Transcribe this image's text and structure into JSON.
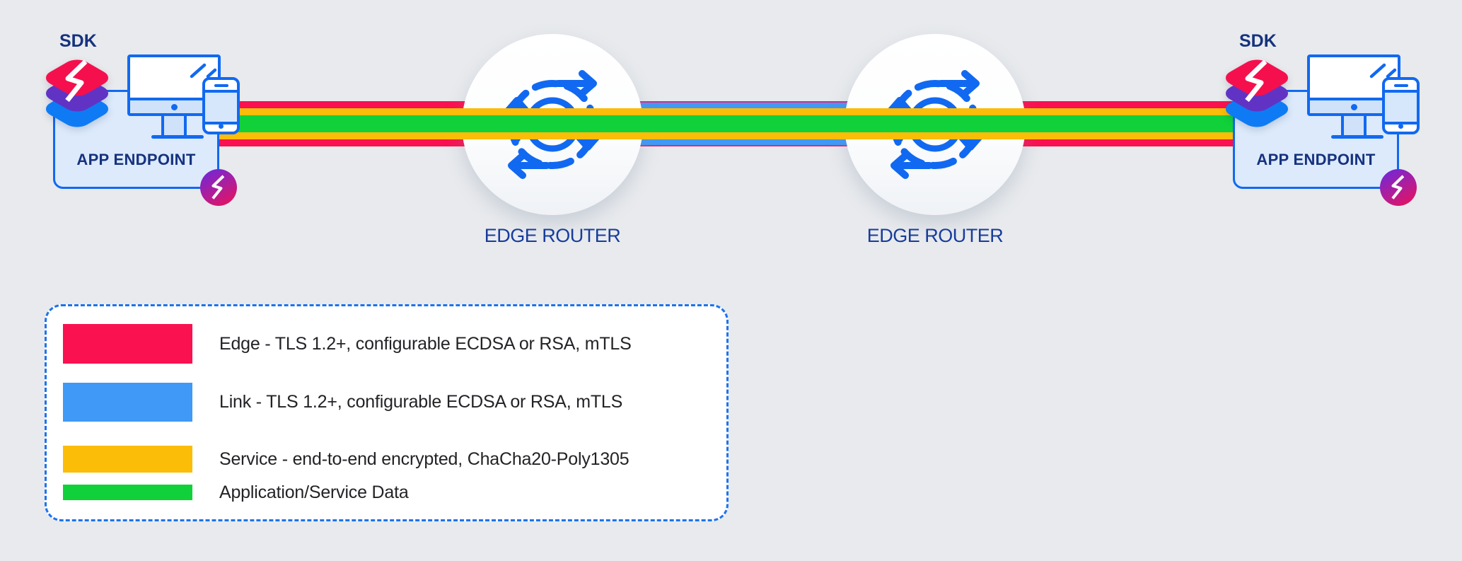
{
  "diagram": {
    "background_color": "#E8EAED",
    "endpoints": {
      "left": {
        "sdk_label": "SDK",
        "box_label": "APP ENDPOINT"
      },
      "right": {
        "sdk_label": "SDK",
        "box_label": "APP ENDPOINT"
      }
    },
    "routers": {
      "left": {
        "label": "EDGE ROUTER",
        "glyph": "R"
      },
      "right": {
        "label": "EDGE ROUTER",
        "glyph": "R"
      }
    },
    "accent_colors": {
      "outline_blue": "#1169F1",
      "label_navy": "#16327F",
      "router_label_blue": "#173C9B",
      "box_fill": "#DCEAFB",
      "monitor_fill": "#CFE2F9",
      "phone_screen_fill": "#D6E6FB",
      "sdk_stack_top": "#F5104D",
      "sdk_stack_middle": "#6133C4",
      "sdk_stack_bottom": "#0E7BF5",
      "badge_gradient_start": "#7227D6",
      "badge_gradient_end": "#E8115B"
    },
    "stripe_colors": {
      "edge": "#FA1150",
      "link": "#4099F6",
      "service": "#FBBD08",
      "data": "#10D139"
    }
  },
  "legend": {
    "border_color": "#1D73ED",
    "items": [
      {
        "id": "edge",
        "color": "#FA1150",
        "label": "Edge - TLS 1.2+, configurable ECDSA or RSA, mTLS"
      },
      {
        "id": "link",
        "color": "#4099F6",
        "label": "Link - TLS 1.2+, configurable ECDSA or RSA, mTLS"
      },
      {
        "id": "service",
        "color": "#FBBD08",
        "label": "Service - end-to-end encrypted, ChaCha20-Poly1305"
      },
      {
        "id": "data",
        "color": "#10D139",
        "label": "Application/Service Data"
      }
    ]
  }
}
